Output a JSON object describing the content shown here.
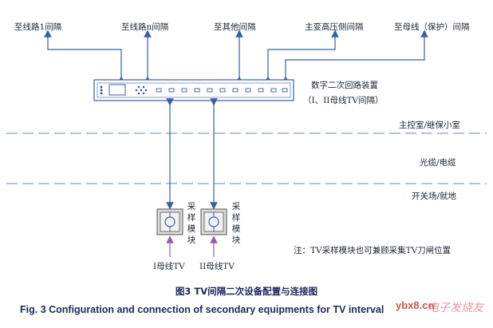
{
  "top_targets": [
    {
      "id": "line1",
      "label": "至线路1间隔"
    },
    {
      "id": "linen",
      "label": "至线路n间隔"
    },
    {
      "id": "other",
      "label": "至其他间隔"
    },
    {
      "id": "hv",
      "label": "主变高压侧间隔"
    },
    {
      "id": "busprot",
      "label": "至母线（保护）间隔"
    }
  ],
  "device": {
    "name_line1": "数字二次回路装置",
    "name_line2": "（I、II母线TV间隔）"
  },
  "zones": {
    "control_room": "主控室/继保小室",
    "cable": "光缆/电缆",
    "switchyard": "开关场/就地"
  },
  "sampling_module": {
    "vertical_label": [
      "采",
      "样",
      "模",
      "块"
    ]
  },
  "tv_labels": [
    "I母线TV",
    "II母线TV"
  ],
  "note": "注：TV采样模块也可兼顾采集TV刀闸位置",
  "caption_cn": "图3 TV间隔二次设备配置与连接图",
  "caption_en": "Fig. 3 Configuration and connection of secondary equipments for TV interval",
  "watermark": {
    "site": "ybx8.cn",
    "name": "电子发烧友"
  },
  "colors": {
    "line": "#3a5ea8",
    "dash": "#7fa0c8",
    "text": "#1d2633",
    "module_arrow": "#9b59b6"
  }
}
